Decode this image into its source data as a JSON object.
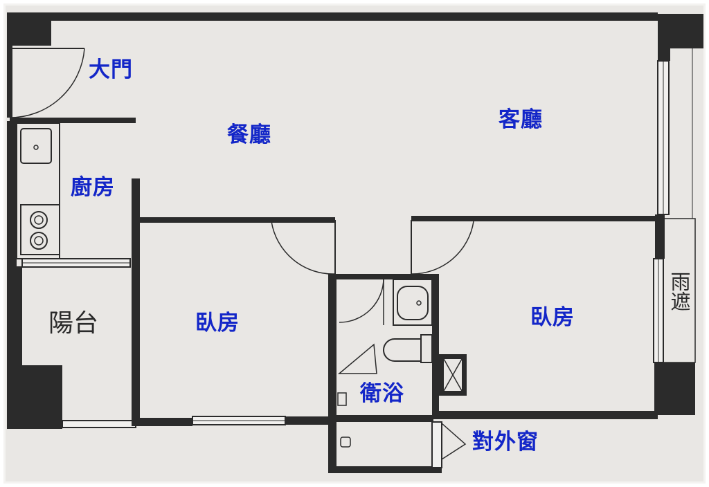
{
  "rooms": {
    "main_door": "大門",
    "dining_room": "餐廳",
    "living_room": "客廳",
    "kitchen": "廚房",
    "balcony": "陽台",
    "bedroom_left": "臥房",
    "bedroom_right": "臥房",
    "bathroom": "衛浴",
    "exterior_window": "對外窗",
    "rain_shelter": "雨遮"
  },
  "colors": {
    "wall": "#2b2b2b",
    "floor": "#e8e6e3",
    "label_blue": "#1326c8",
    "frame": "#ffffff"
  }
}
